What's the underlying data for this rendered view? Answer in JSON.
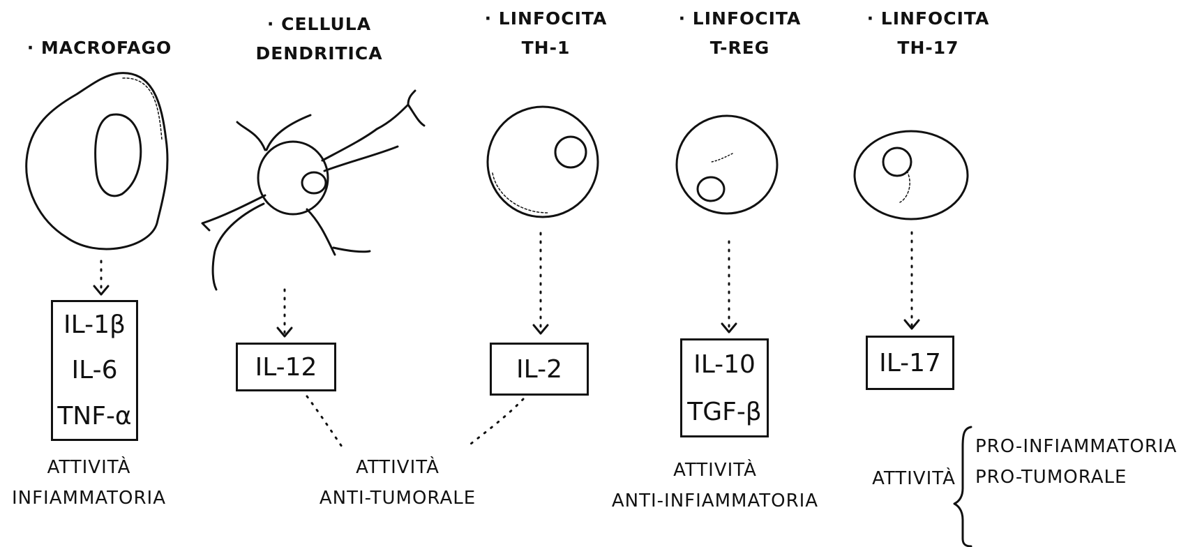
{
  "cells": [
    {
      "id": "macrofago",
      "name_lines": [
        "· MACROFAGO"
      ],
      "cytokines": [
        "IL-1β",
        "IL-6",
        "TNF-α"
      ]
    },
    {
      "id": "dendritic",
      "name_lines": [
        "· CELLULA",
        "DENDRITICA"
      ],
      "cytokines": [
        "IL-12"
      ]
    },
    {
      "id": "th1",
      "name_lines": [
        "· LINFOCITA",
        "TH-1"
      ],
      "cytokines": [
        "IL-2"
      ]
    },
    {
      "id": "treg",
      "name_lines": [
        "· LINFOCITA",
        "T-REG"
      ],
      "cytokines": [
        "IL-10",
        "TGF-β"
      ]
    },
    {
      "id": "th17",
      "name_lines": [
        "· LINFOCITA",
        "TH-17"
      ],
      "cytokines": [
        "IL-17"
      ]
    }
  ],
  "activities": {
    "macrofago": [
      "ATTIVITÀ",
      "INFIAMMATORIA"
    ],
    "anti_tumor": [
      "ATTIVITÀ",
      "ANTI-TUMORALE"
    ],
    "treg": [
      "ATTIVITÀ",
      "ANTI-INFIAMMATORIA"
    ],
    "th17_label": "ATTIVITÀ",
    "th17_items": [
      "PRO-INFIAMMATORIA",
      "PRO-TUMORALE"
    ]
  }
}
